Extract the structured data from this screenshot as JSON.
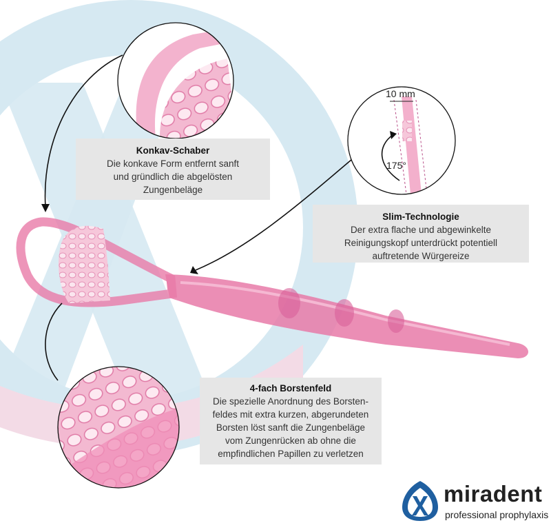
{
  "callouts": {
    "konkav": {
      "title": "Konkav-Schaber",
      "lines": [
        "Die konkave Form entfernt sanft",
        "und gründlich die abgelösten",
        "Zungenbeläge"
      ]
    },
    "slim": {
      "title": "Slim-Technologie",
      "lines": [
        "Der extra flache und abgewinkelte",
        "Reinigungskopf unterdrückt potentiell",
        "auftretende Würgereize"
      ]
    },
    "borsten": {
      "title": "4-fach Borstenfeld",
      "lines": [
        "Die spezielle Anordnung des Borsten-",
        "feldes mit extra kurzen, abgerundeten",
        "Borsten löst sanft die Zungenbeläge",
        "vom Zungenrücken ab ohne die",
        "empfindlichen Papillen zu verletzen"
      ]
    }
  },
  "detail": {
    "measure_label": "10 mm",
    "angle_label": "175°"
  },
  "brand": {
    "name": "miradent",
    "tagline": "professional prophylaxis"
  },
  "colors": {
    "product_pink": "#e87aa8",
    "product_pink_light": "#f4b6d0",
    "bg_blue": "#d6e9f2",
    "bg_pink": "#f3dbe6",
    "callout_bg": "#e6e6e6",
    "brand_blue": "#1f5fa0"
  },
  "icons": [
    "arrow-icon",
    "brand-x-icon"
  ]
}
